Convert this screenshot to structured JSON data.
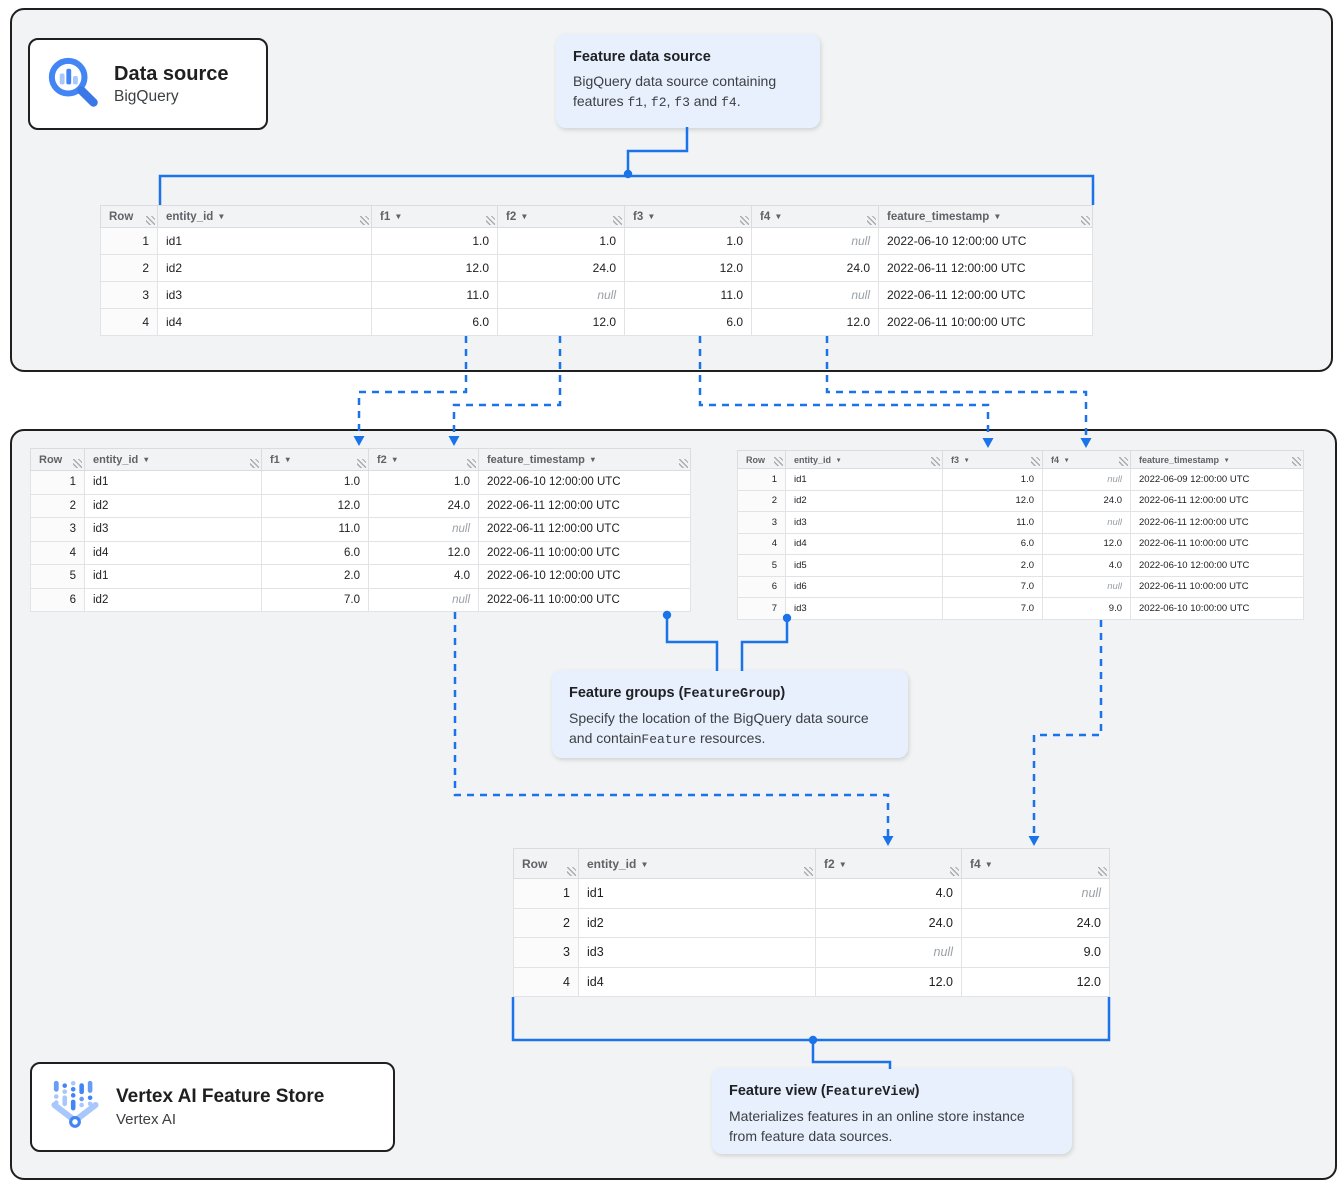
{
  "colors": {
    "accent": "#1A73E8",
    "callout_bg": "#E8F0FE",
    "container_bg": "#F1F3F4",
    "null_text": "#9AA0A6"
  },
  "cards": {
    "data_source": {
      "icon": "bigquery-magnifier-chart-icon",
      "title": "Data source",
      "subtitle": "BigQuery"
    },
    "vertex": {
      "icon": "vertex-ai-icon",
      "title": "Vertex AI Feature Store",
      "subtitle": "Vertex AI"
    }
  },
  "callouts": {
    "feature_data_source": {
      "title_parts": [
        {
          "t": "Feature data source"
        }
      ],
      "body_parts": [
        {
          "t": "BigQuery data source containing"
        },
        {
          "br": true
        },
        {
          "t": "features "
        },
        {
          "t": "f1",
          "mono": true
        },
        {
          "t": ", "
        },
        {
          "t": "f2",
          "mono": true
        },
        {
          "t": ", "
        },
        {
          "t": "f3",
          "mono": true
        },
        {
          "t": " and "
        },
        {
          "t": "f4",
          "mono": true
        },
        {
          "t": "."
        }
      ]
    },
    "feature_groups": {
      "title_parts": [
        {
          "t": "Feature groups ("
        },
        {
          "t": "FeatureGroup",
          "mono": true
        },
        {
          "t": ")"
        }
      ],
      "body_parts": [
        {
          "t": "Specify the location of the BigQuery data source"
        },
        {
          "br": true
        },
        {
          "t": "and contain"
        },
        {
          "t": "Feature",
          "mono": true
        },
        {
          "t": " resources."
        }
      ]
    },
    "feature_view": {
      "title_parts": [
        {
          "t": "Feature view ("
        },
        {
          "t": "FeatureView",
          "mono": true
        },
        {
          "t": ")"
        }
      ],
      "body_parts": [
        {
          "t": "Materializes features in an online store instance"
        },
        {
          "br": true
        },
        {
          "t": "from feature data sources."
        }
      ]
    }
  },
  "tables": {
    "source": {
      "columns": [
        {
          "label": "Row",
          "sortable": false,
          "align": "right"
        },
        {
          "label": "entity_id",
          "sortable": true,
          "align": "left"
        },
        {
          "label": "f1",
          "sortable": true,
          "align": "right"
        },
        {
          "label": "f2",
          "sortable": true,
          "align": "right"
        },
        {
          "label": "f3",
          "sortable": true,
          "align": "right"
        },
        {
          "label": "f4",
          "sortable": true,
          "align": "right"
        },
        {
          "label": "feature_timestamp",
          "sortable": true,
          "align": "left"
        }
      ],
      "rows": [
        [
          "1",
          "id1",
          "1.0",
          "1.0",
          "1.0",
          null,
          "2022-06-10 12:00:00 UTC"
        ],
        [
          "2",
          "id2",
          "12.0",
          "24.0",
          "12.0",
          "24.0",
          "2022-06-11 12:00:00 UTC"
        ],
        [
          "3",
          "id3",
          "11.0",
          null,
          "11.0",
          null,
          "2022-06-11 12:00:00 UTC"
        ],
        [
          "4",
          "id4",
          "6.0",
          "12.0",
          "6.0",
          "12.0",
          "2022-06-11 10:00:00 UTC"
        ]
      ]
    },
    "feature_group_1": {
      "columns": [
        {
          "label": "Row",
          "sortable": false,
          "align": "right"
        },
        {
          "label": "entity_id",
          "sortable": true,
          "align": "left"
        },
        {
          "label": "f1",
          "sortable": true,
          "align": "right"
        },
        {
          "label": "f2",
          "sortable": true,
          "align": "right"
        },
        {
          "label": "feature_timestamp",
          "sortable": true,
          "align": "left"
        }
      ],
      "rows": [
        [
          "1",
          "id1",
          "1.0",
          "1.0",
          "2022-06-10 12:00:00 UTC"
        ],
        [
          "2",
          "id2",
          "12.0",
          "24.0",
          "2022-06-11 12:00:00 UTC"
        ],
        [
          "3",
          "id3",
          "11.0",
          null,
          "2022-06-11 12:00:00 UTC"
        ],
        [
          "4",
          "id4",
          "6.0",
          "12.0",
          "2022-06-11 10:00:00 UTC"
        ],
        [
          "5",
          "id1",
          "2.0",
          "4.0",
          "2022-06-10 12:00:00 UTC"
        ],
        [
          "6",
          "id2",
          "7.0",
          null,
          "2022-06-11 10:00:00 UTC"
        ]
      ]
    },
    "feature_group_2": {
      "columns": [
        {
          "label": "Row",
          "sortable": false,
          "align": "right"
        },
        {
          "label": "entity_id",
          "sortable": true,
          "align": "left"
        },
        {
          "label": "f3",
          "sortable": true,
          "align": "right"
        },
        {
          "label": "f4",
          "sortable": true,
          "align": "right"
        },
        {
          "label": "feature_timestamp",
          "sortable": true,
          "align": "left"
        }
      ],
      "rows": [
        [
          "1",
          "id1",
          "1.0",
          null,
          "2022-06-09 12:00:00 UTC"
        ],
        [
          "2",
          "id2",
          "12.0",
          "24.0",
          "2022-06-11 12:00:00 UTC"
        ],
        [
          "3",
          "id3",
          "11.0",
          null,
          "2022-06-11 12:00:00 UTC"
        ],
        [
          "4",
          "id4",
          "6.0",
          "12.0",
          "2022-06-11 10:00:00 UTC"
        ],
        [
          "5",
          "id5",
          "2.0",
          "4.0",
          "2022-06-10 12:00:00 UTC"
        ],
        [
          "6",
          "id6",
          "7.0",
          null,
          "2022-06-11 10:00:00 UTC"
        ],
        [
          "7",
          "id3",
          "7.0",
          "9.0",
          "2022-06-10 10:00:00 UTC"
        ]
      ]
    },
    "feature_view": {
      "columns": [
        {
          "label": "Row",
          "sortable": false,
          "align": "right"
        },
        {
          "label": "entity_id",
          "sortable": true,
          "align": "left"
        },
        {
          "label": "f2",
          "sortable": true,
          "align": "right"
        },
        {
          "label": "f4",
          "sortable": true,
          "align": "right"
        }
      ],
      "rows": [
        [
          "1",
          "id1",
          "4.0",
          null
        ],
        [
          "2",
          "id2",
          "24.0",
          "24.0"
        ],
        [
          "3",
          "id3",
          null,
          "9.0"
        ],
        [
          "4",
          "id4",
          "12.0",
          "12.0"
        ]
      ]
    }
  },
  "misc": {
    "null_label": "null",
    "sort_caret": "▾"
  }
}
